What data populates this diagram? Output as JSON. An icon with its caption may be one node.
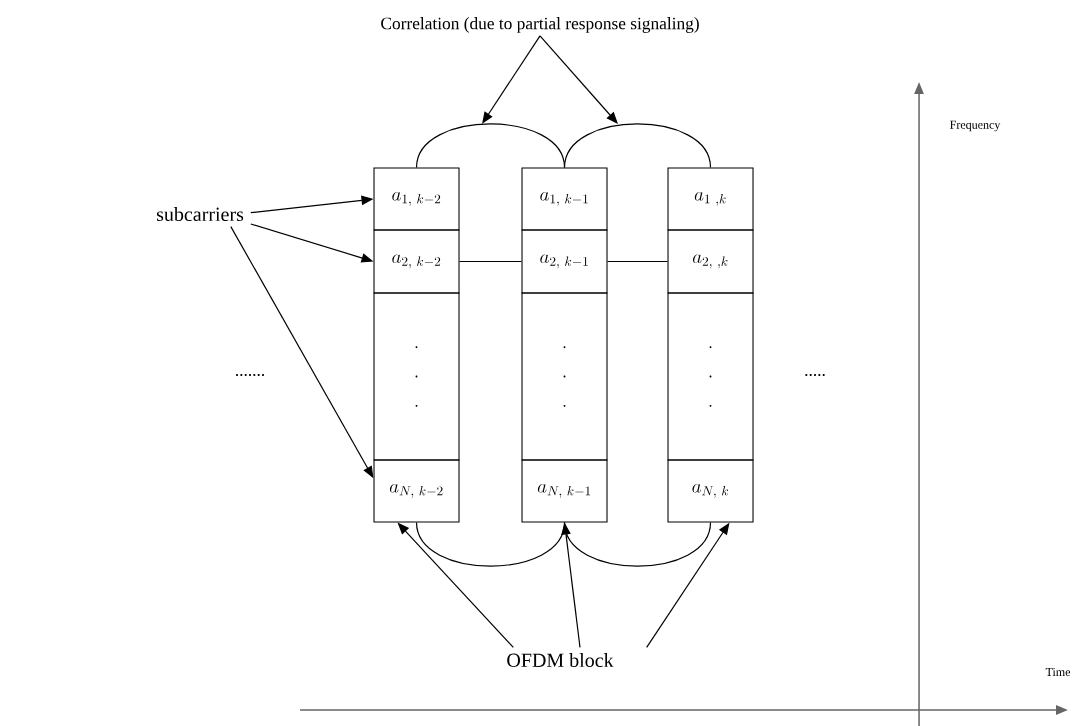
{
  "diagram": {
    "nodes": [
      {
        "text": [
          "Correlation (due to partial response signaling)"
        ]
      },
      {
        "text": [
          "subcarriers"
        ]
      },
      {
        "text": [
          "OFDM block"
        ]
      },
      {
        "text": [
          "a_{1,\\ k-2}"
        ]
      },
      {
        "text": [
          "a_{2,\\ k-2}"
        ]
      },
      {
        "text": [
          ". . ."
        ]
      },
      {
        "text": [
          "a_{N,\\ k-2}"
        ]
      },
      {
        "text": [
          "a_{1,\\ k-1}"
        ]
      },
      {
        "text": [
          "a_{2,\\ k-1}"
        ]
      },
      {
        "text": [
          ". . ."
        ]
      },
      {
        "text": [
          "a_{N,\\ k-1}"
        ]
      },
      {
        "text": [
          "a_{1\\ ,k}"
        ]
      },
      {
        "text": [
          "a_{2,\\ ,k}"
        ]
      },
      {
        "text": [
          ". . ."
        ]
      },
      {
        "text": [
          "a_{N,\\ k}"
        ]
      }
    ],
    "edges": [
      {
        "from": 0,
        "to": null,
        "arrow": "to"
      },
      {
        "from": 0,
        "to": null,
        "arrow": "to"
      },
      {
        "from": 1,
        "to": 3,
        "arrow": "to"
      },
      {
        "from": 1,
        "to": 4,
        "arrow": "to"
      },
      {
        "from": 1,
        "to": 6,
        "arrow": "to"
      },
      {
        "from": 3,
        "to": 7,
        "arrow": "none"
      },
      {
        "from": 7,
        "to": 11,
        "arrow": "none"
      },
      {
        "from": 4,
        "to": 8,
        "arrow": "none"
      },
      {
        "from": 8,
        "to": 12,
        "arrow": "none"
      },
      {
        "from": 6,
        "to": 10,
        "arrow": "none"
      },
      {
        "from": 10,
        "to": 14,
        "arrow": "none"
      },
      {
        "from": 2,
        "to": 6,
        "arrow": "to"
      },
      {
        "from": 2,
        "to": 10,
        "arrow": "to"
      },
      {
        "from": 2,
        "to": 14,
        "arrow": "to"
      }
    ],
    "labels": [
      ".......",
      ".....",
      "Frequency",
      "Time"
    ]
  }
}
